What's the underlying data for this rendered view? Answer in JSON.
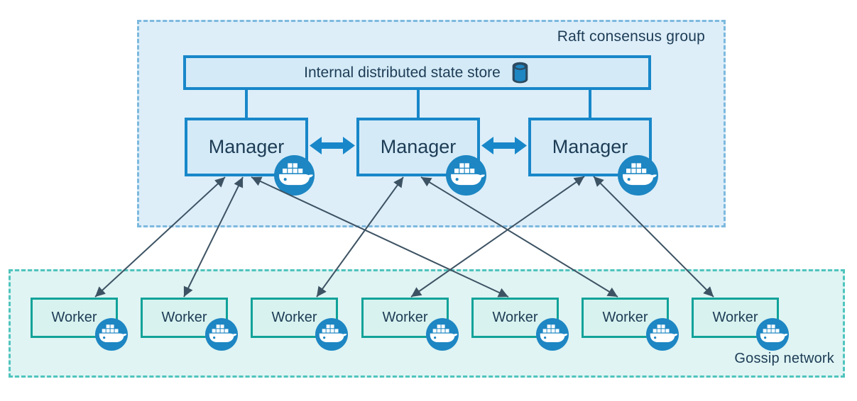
{
  "raft_group": {
    "label": "Raft consensus group",
    "store": {
      "label": "Internal distributed state store",
      "icon": "database-cylinder-icon"
    },
    "managers": [
      {
        "id": "manager-1",
        "label": "Manager",
        "badge": "docker-whale-icon"
      },
      {
        "id": "manager-2",
        "label": "Manager",
        "badge": "docker-whale-icon"
      },
      {
        "id": "manager-3",
        "label": "Manager",
        "badge": "docker-whale-icon"
      }
    ]
  },
  "gossip_network": {
    "label": "Gossip network",
    "workers": [
      {
        "id": "worker-1",
        "label": "Worker",
        "badge": "docker-whale-icon"
      },
      {
        "id": "worker-2",
        "label": "Worker",
        "badge": "docker-whale-icon"
      },
      {
        "id": "worker-3",
        "label": "Worker",
        "badge": "docker-whale-icon"
      },
      {
        "id": "worker-4",
        "label": "Worker",
        "badge": "docker-whale-icon"
      },
      {
        "id": "worker-5",
        "label": "Worker",
        "badge": "docker-whale-icon"
      },
      {
        "id": "worker-6",
        "label": "Worker",
        "badge": "docker-whale-icon"
      },
      {
        "id": "worker-7",
        "label": "Worker",
        "badge": "docker-whale-icon"
      }
    ]
  },
  "edges": {
    "manager_worker": [
      {
        "from": "manager-1",
        "to": "worker-1",
        "style": "thin-double-arrow"
      },
      {
        "from": "manager-1",
        "to": "worker-2",
        "style": "thin-double-arrow"
      },
      {
        "from": "manager-1",
        "to": "worker-5",
        "style": "thin-double-arrow"
      },
      {
        "from": "manager-2",
        "to": "worker-3",
        "style": "thin-double-arrow"
      },
      {
        "from": "manager-2",
        "to": "worker-6",
        "style": "thin-double-arrow"
      },
      {
        "from": "manager-3",
        "to": "worker-4",
        "style": "thin-double-arrow"
      },
      {
        "from": "manager-3",
        "to": "worker-7",
        "style": "thin-double-arrow"
      }
    ],
    "manager_manager": [
      {
        "from": "manager-1",
        "to": "manager-2",
        "style": "thick-double-arrow"
      },
      {
        "from": "manager-2",
        "to": "manager-3",
        "style": "thick-double-arrow"
      }
    ],
    "store_manager": [
      {
        "from": "store",
        "to": "manager-1",
        "style": "plain-line"
      },
      {
        "from": "store",
        "to": "manager-2",
        "style": "plain-line"
      },
      {
        "from": "store",
        "to": "manager-3",
        "style": "plain-line"
      }
    ]
  },
  "colors": {
    "docker_blue": "#1d86c3",
    "blue_border": "#1887c9",
    "blue_fill": "#d4eaf7",
    "raft_fill": "#ddeef9",
    "raft_dash": "#7db9de",
    "gossip_fill": "#dff4f3",
    "gossip_dash": "#4fc4bd",
    "worker_fill": "#d8f2ef",
    "worker_border": "#10a299",
    "arrow_dark": "#3d5363",
    "text_dark": "#1d3c55",
    "cylinder_dark": "#2c4a60"
  }
}
